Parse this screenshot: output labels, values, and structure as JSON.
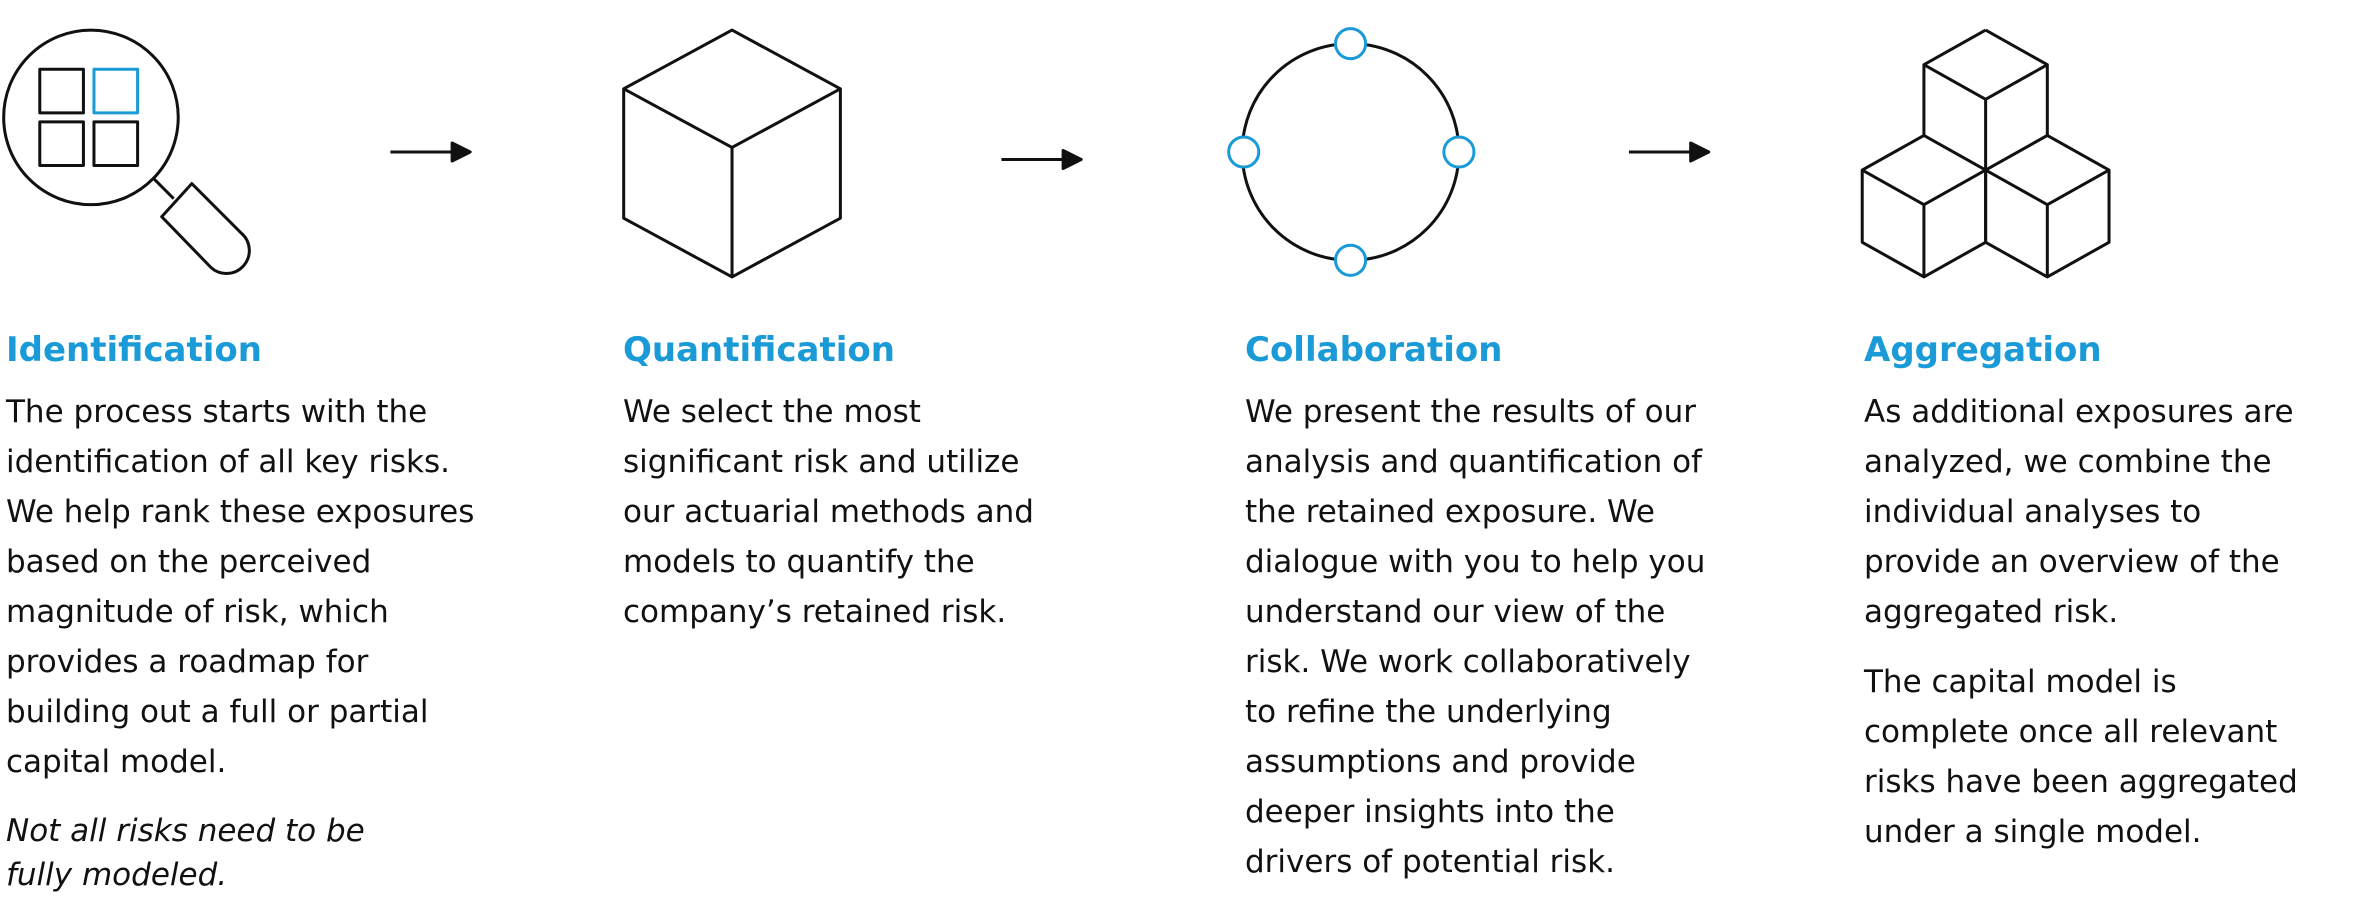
{
  "colors": {
    "accent": "#1a9ad6",
    "stroke": "#111111"
  },
  "steps": [
    {
      "icon": "magnifier-icon",
      "title": "Identification",
      "lines": [
        "The process starts with the",
        "identification of all key risks.",
        "We help rank these exposures",
        "based on the perceived",
        "magnitude of risk, which",
        "provides a roadmap for",
        "building out a full or partial",
        "capital model."
      ],
      "note_lines": [
        "Not all risks need to be",
        "fully modeled."
      ]
    },
    {
      "icon": "cube-icon",
      "title": "Quantification",
      "lines": [
        "We select the most",
        "significant risk and utilize",
        "our actuarial methods and",
        "models to quantify the",
        "company’s retained risk."
      ]
    },
    {
      "icon": "cycle-circle-icon",
      "title": "Collaboration",
      "lines": [
        "We present the results of our",
        "analysis and quantification of",
        "the retained exposure. We",
        "dialogue with you to help you",
        "understand our view of the",
        "risk. We work collaboratively",
        "to refine the underlying",
        "assumptions and provide",
        "deeper insights into the",
        "drivers of potential risk."
      ]
    },
    {
      "icon": "stacked-cubes-icon",
      "title": "Aggregation",
      "lines": [
        "As additional exposures are",
        "analyzed, we combine the",
        "individual analyses to",
        "provide an overview of the",
        "aggregated risk."
      ],
      "lines2": [
        "The capital model is",
        "complete once all relevant",
        "risks have been aggregated",
        "under a single model."
      ]
    }
  ]
}
